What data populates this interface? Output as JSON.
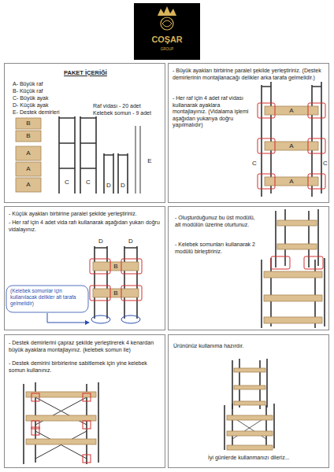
{
  "diagram": {
    "nodes": [
      {
        "text": [
          "COŞAR",
          "GROUP"
        ]
      },
      {
        "text": [
          "PAKET İÇERİĞİ",
          "A- Büyük raf",
          "B- Küçük raf",
          "C- Büyük ayak",
          "D- Küçük ayak",
          "E- Destek demirleri",
          "Raf vidası - 20 adet",
          "Kelebek somun - 9 adet"
        ]
      },
      {
        "text": [
          "- Büyük ayakları birbirine paralel şekilde yerleştiriniz. (Destek demirlerinin montajlanacağı delikler arka tarafa gelmelidir.)",
          "- Her raf için 4 adet raf vidası kullanarak ayaklara montajlayınız. (Vidalama işlemi aşağıdan yukarıya doğru yapılmalıdır)"
        ]
      },
      {
        "text": [
          "- Küçük ayakları birbirine paralel şekilde yerleştiriniz.",
          "- Her raf için 4 adet vida rafı kullanarak aşağıdan yukarı doğru vidalayınız."
        ]
      },
      {
        "text": [
          "- Oluşturduğunuz bu üst modülü, alt modülün üzerine oturtunuz.",
          "- Kelebek somunları kullanarak 2 modülü birleştiriniz."
        ]
      },
      {
        "text": [
          "- Destek demirlerini çapraz şekilde yerleştirerek 4 kenardan büyük ayaklara montajlayınız. (kelebek somun ile)",
          "- Destek demirini birbirlerine sabitlemek için yine kelebek somun kullanınız."
        ]
      },
      {
        "text": [
          "Ürününüz kullanıma hazırdır.",
          "İyi günlerde kullanmanızı dileriz..."
        ]
      }
    ],
    "labels": [
      "B",
      "B",
      "A",
      "A",
      "A",
      "C",
      "C",
      "D",
      "D",
      "E",
      "A",
      "A",
      "A",
      "C",
      "C",
      "D",
      "D",
      "B",
      "B",
      "(Kelebek somunlar için kullanılacak delikler alt tarafa gelmelidir)"
    ]
  }
}
